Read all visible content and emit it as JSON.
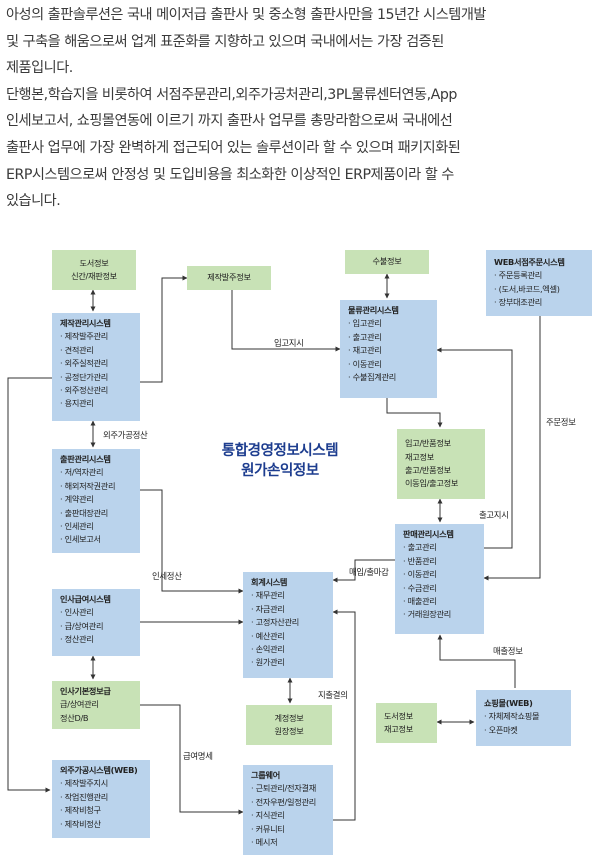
{
  "intro": {
    "lines": [
      "아성의 출판솔루션은 국내 메이저급 출판사 및 중소형 출판사만을 15년간 시스템개발",
      "및 구축을 해움으로써 업계 표준화를 지향하고 있으며 국내에서는 가장 검증된",
      "제품입니다.",
      "단행본,학습지을 비롯하여 서점주문관리,외주가공처관리,3PL물류센터연동,App",
      "인세보고서, 쇼핑몰연동에 이르기 까지 출판사 업무를 총망라함으로써 국내에선",
      "출판사 업무에 가장  완벽하게 접근되어 있는 솔루션이라 할 수 있으며 패키지화된",
      "ERP시스템으로써 안정성 및 도입비용을 최소화한 이상적인 ERP제품이라 할 수",
      "있습니다."
    ]
  },
  "center_title": {
    "line1": "통합경영정보시스템",
    "line2": "원가손익정보"
  },
  "boxes": {
    "book_info": {
      "line1": "도서정보",
      "line2": "신간/재판정보"
    },
    "production_order": {
      "line1": "제작발주정보"
    },
    "shipment_info": {
      "line1": "수불정보"
    },
    "web_order": {
      "title": "WEB서점주문시스템",
      "items": [
        "주문등록관리",
        "(도서,바코드,엑셀)",
        "장부대조관리"
      ]
    },
    "production": {
      "title": "제작관리시스템",
      "items": [
        "제작발주관리",
        "견적관리",
        "외주실적관리",
        "공정단가관리",
        "외주정산관리",
        "용지관리"
      ]
    },
    "logistics": {
      "title": "물류관리시스템",
      "items": [
        "입고관리",
        "출고관리",
        "재고관리",
        "이동관리",
        "수불집계관리"
      ]
    },
    "publishing": {
      "title": "출판관리시스템",
      "items": [
        "저/역자관리",
        "해외저작권관리",
        "계약관리",
        "출판대장관리",
        "인세관리",
        "인세보고서"
      ]
    },
    "stock_info": {
      "line1": "입고/반품정보",
      "line2": "재고정보",
      "line3": "출고/반품정보",
      "line4": "이동입/출고정보"
    },
    "sales": {
      "title": "판매관리시스템",
      "items": [
        "출고관리",
        "반품관리",
        "이동관리",
        "수금관리",
        "매출관리",
        "거래원장관리"
      ]
    },
    "accounting": {
      "title": "회계시스템",
      "items": [
        "재무관리",
        "자금관리",
        "고정자산관리",
        "예산관리",
        "손익관리",
        "원가관리"
      ]
    },
    "hr_payroll": {
      "title": "인사급여시스템",
      "items": [
        "인사관리",
        "급/상여관리",
        "정산관리"
      ]
    },
    "hr_basic": {
      "title": "인사기본정보급",
      "items": [
        "급/상여관리",
        "정산D/B"
      ]
    },
    "account_info": {
      "line1": "계정정보",
      "line2": "원장정보"
    },
    "book_stock": {
      "line1": "도서정보",
      "line2": "재고정보"
    },
    "shopping": {
      "title": "쇼핑몰(WEB)",
      "items": [
        "자체제작쇼핑몰",
        "오픈마켓"
      ]
    },
    "outsource": {
      "title": "외주가공시스템(WEB)",
      "items": [
        "제작발주지시",
        "작업진행관리",
        "제작비청구",
        "제작비정산"
      ]
    },
    "groupware": {
      "title": "그룹웨어",
      "items": [
        "근퇴관리/전자결재",
        "전자우편/일정관리",
        "지식관리",
        "커뮤니티",
        "메시저"
      ]
    }
  },
  "labels": {
    "receive_order": "입고지시",
    "outsource_settle": "외주가공정산",
    "order_info": "주문정보",
    "ship_order": "출고지시",
    "royalty_settle": "인세정산",
    "sales_close": "매입/출마감",
    "sales_info": "매출정보",
    "slip_result": "지출결의",
    "pay_detail": "급여명세"
  },
  "colors": {
    "box_blue": "#bad3ec",
    "box_green": "#c8e2b6",
    "line": "#333333",
    "title_navy": "#1d3d8f",
    "text": "#3a3a3a"
  }
}
